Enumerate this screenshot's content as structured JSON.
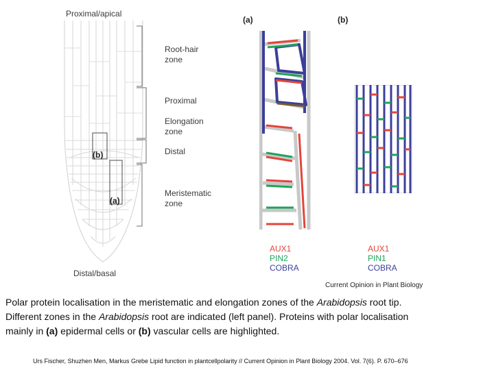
{
  "figure": {
    "left_panel": {
      "top_label": "Proximal/apical",
      "bottom_label": "Distal/basal",
      "box_b_label": "(b)",
      "box_a_label": "(a)",
      "zones": {
        "root_hair": [
          "Root-hair",
          "zone"
        ],
        "proximal": "Proximal",
        "elongation": [
          "Elongation",
          "zone"
        ],
        "distal": "Distal",
        "meristematic": [
          "Meristematic",
          "zone"
        ]
      }
    },
    "panel_a": {
      "tag": "(a)",
      "legend": [
        {
          "text": "AUX1",
          "color": "#e2453b"
        },
        {
          "text": "PIN2",
          "color": "#1fa35a"
        },
        {
          "text": "COBRA",
          "color": "#3b3f9a"
        }
      ]
    },
    "panel_b": {
      "tag": "(b)",
      "legend": [
        {
          "text": "AUX1",
          "color": "#e2453b"
        },
        {
          "text": "PIN1",
          "color": "#1fa35a"
        },
        {
          "text": "COBRA",
          "color": "#3b3f9a"
        }
      ]
    },
    "source": "Current Opinion in Plant Biology"
  },
  "caption": {
    "line1_a": "Polar protein localisation in the meristematic and elongation zones of the ",
    "line1_italic": "Arabidopsis",
    "line1_b": " root tip.",
    "line2_a": "Different zones in the ",
    "line2_italic": "Arabidopsis",
    "line2_b": " root are indicated (left panel). Proteins with polar localisation",
    "line3_a": "mainly in ",
    "line3_bold1": "(a)",
    "line3_b": " epidermal cells or ",
    "line3_bold2": "(b)",
    "line3_c": " vascular cells are highlighted."
  },
  "citation": "Urs Fischer, Shuzhen Men, Markus Grebe Lipid function in plantcellpolarity // Current Opinion in Plant Biology 2004. Vol. 7(6). P. 670–676",
  "colors": {
    "red": "#e2453b",
    "green": "#1fa35a",
    "blue": "#3b3f9a",
    "grey": "#c9c9c9"
  }
}
